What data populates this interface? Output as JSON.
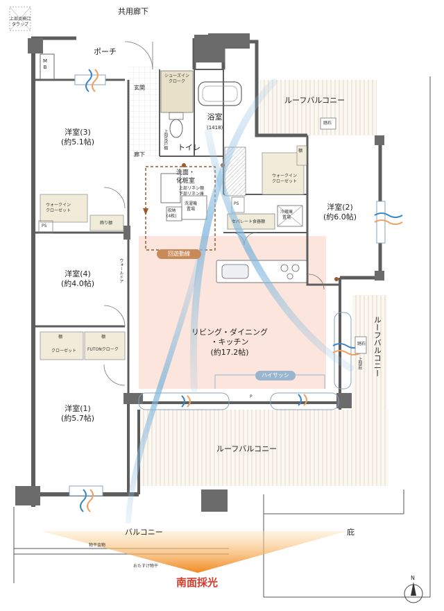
{
  "corridor": {
    "label": "共用廊下"
  },
  "inspection": {
    "line1": "上部点検口",
    "line2": "タラップ"
  },
  "porch": {
    "label": "ポーチ"
  },
  "mb": {
    "label": "M\nB"
  },
  "entrance": {
    "label": "玄関"
  },
  "hallway": {
    "label": "廊下"
  },
  "shoes_closet": {
    "line1": "シューズイン",
    "line2": "クローク"
  },
  "bath": {
    "name": "浴室",
    "size": "(1418)"
  },
  "toilet": {
    "name": "トイレ",
    "shelf": "上部吊戸棚"
  },
  "roof_balcony_top": {
    "label": "ルーフバルコニー",
    "stone": "踏石"
  },
  "room3": {
    "name": "洋室(3)",
    "size": "(約5.1帖)"
  },
  "room4": {
    "name": "洋室(4)",
    "size": "(約4.0帖)"
  },
  "room1": {
    "name": "洋室(1)",
    "size": "(約5.7帖)"
  },
  "room2": {
    "name": "洋室(2)",
    "size": "(約6.0帖)"
  },
  "walkin_left": {
    "line1": "ウォークイン",
    "line2": "クローゼット"
  },
  "walkin_right": {
    "line1": "ウォークイン",
    "line2": "クローゼット"
  },
  "ps": {
    "label": "PS"
  },
  "kazari": {
    "label": "飾り棚"
  },
  "wall_door": {
    "label": "ウォールドア"
  },
  "shelf1": {
    "label": "棚"
  },
  "shelf2": {
    "label": "棚"
  },
  "closet": {
    "label": "クローゼット"
  },
  "futon": {
    "label": "FUTONクローク"
  },
  "washroom": {
    "line1": "洗面・",
    "line2": "化粧室",
    "linen1": "上部リネン棚",
    "linen2": "下部リネン庫",
    "storage": "収納",
    "storage_size": "(4枚)",
    "washer": "洗濯機",
    "washer2": "置場"
  },
  "loop_path": {
    "label": "回遊動線"
  },
  "separate_cabinet": {
    "label": "セパレート食器棚"
  },
  "fridge": {
    "line1": "冷蔵庫",
    "line2": "置場"
  },
  "tana_side": {
    "label": "棚"
  },
  "ldk": {
    "line1": "リビング・ダイニング",
    "line2": "・キッチン",
    "line3": "(約17.2帖)"
  },
  "high_sash": {
    "label": "ハイサッシ"
  },
  "p_mark": {
    "label": "P"
  },
  "roof_balcony_right": {
    "label": "ルーフバルコニー",
    "stone": "踏石",
    "stone2": "上部庇"
  },
  "roof_balcony_bottom": {
    "label": "ルーフバルコニー"
  },
  "balcony": {
    "label": "バルコニー"
  },
  "eaves": {
    "label": "庇"
  },
  "hanger1": {
    "label": "物干金物"
  },
  "hanger2": {
    "label": "おたすけ物干"
  },
  "south_light": {
    "label": "南面採光"
  },
  "north": {
    "label": "N"
  },
  "colors": {
    "wall": "#5d5d5d",
    "ldk_fill": "#fbe5dc",
    "floor_wood": "#c9b497",
    "air_blue": "#7fb6dc",
    "loop_brown": "#9a5a2c",
    "badge_orange": "#c98a5a",
    "sash_badge": "#9ab6cf",
    "south_red": "#d63a2a"
  }
}
